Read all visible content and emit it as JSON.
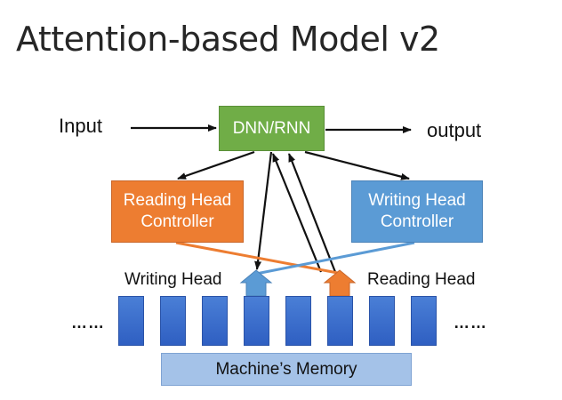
{
  "title": "Attention-based Model v2",
  "input_label": "Input",
  "output_label": "output",
  "dnn_box": "DNN/RNN",
  "reading_controller": {
    "line1": "Reading Head",
    "line2": "Controller"
  },
  "writing_controller": {
    "line1": "Writing Head",
    "line2": "Controller"
  },
  "writing_head_label": "Writing Head",
  "reading_head_label": "Reading Head",
  "memory_label": "Machine’s Memory",
  "left_ellipsis": "……",
  "right_ellipsis": "……",
  "colors": {
    "dnn": "#70ad47",
    "reading": "#ed7d31",
    "writing": "#5b9bd5",
    "memory_cell": "#3a6fd0",
    "memory_bar": "#a4c2e8"
  }
}
